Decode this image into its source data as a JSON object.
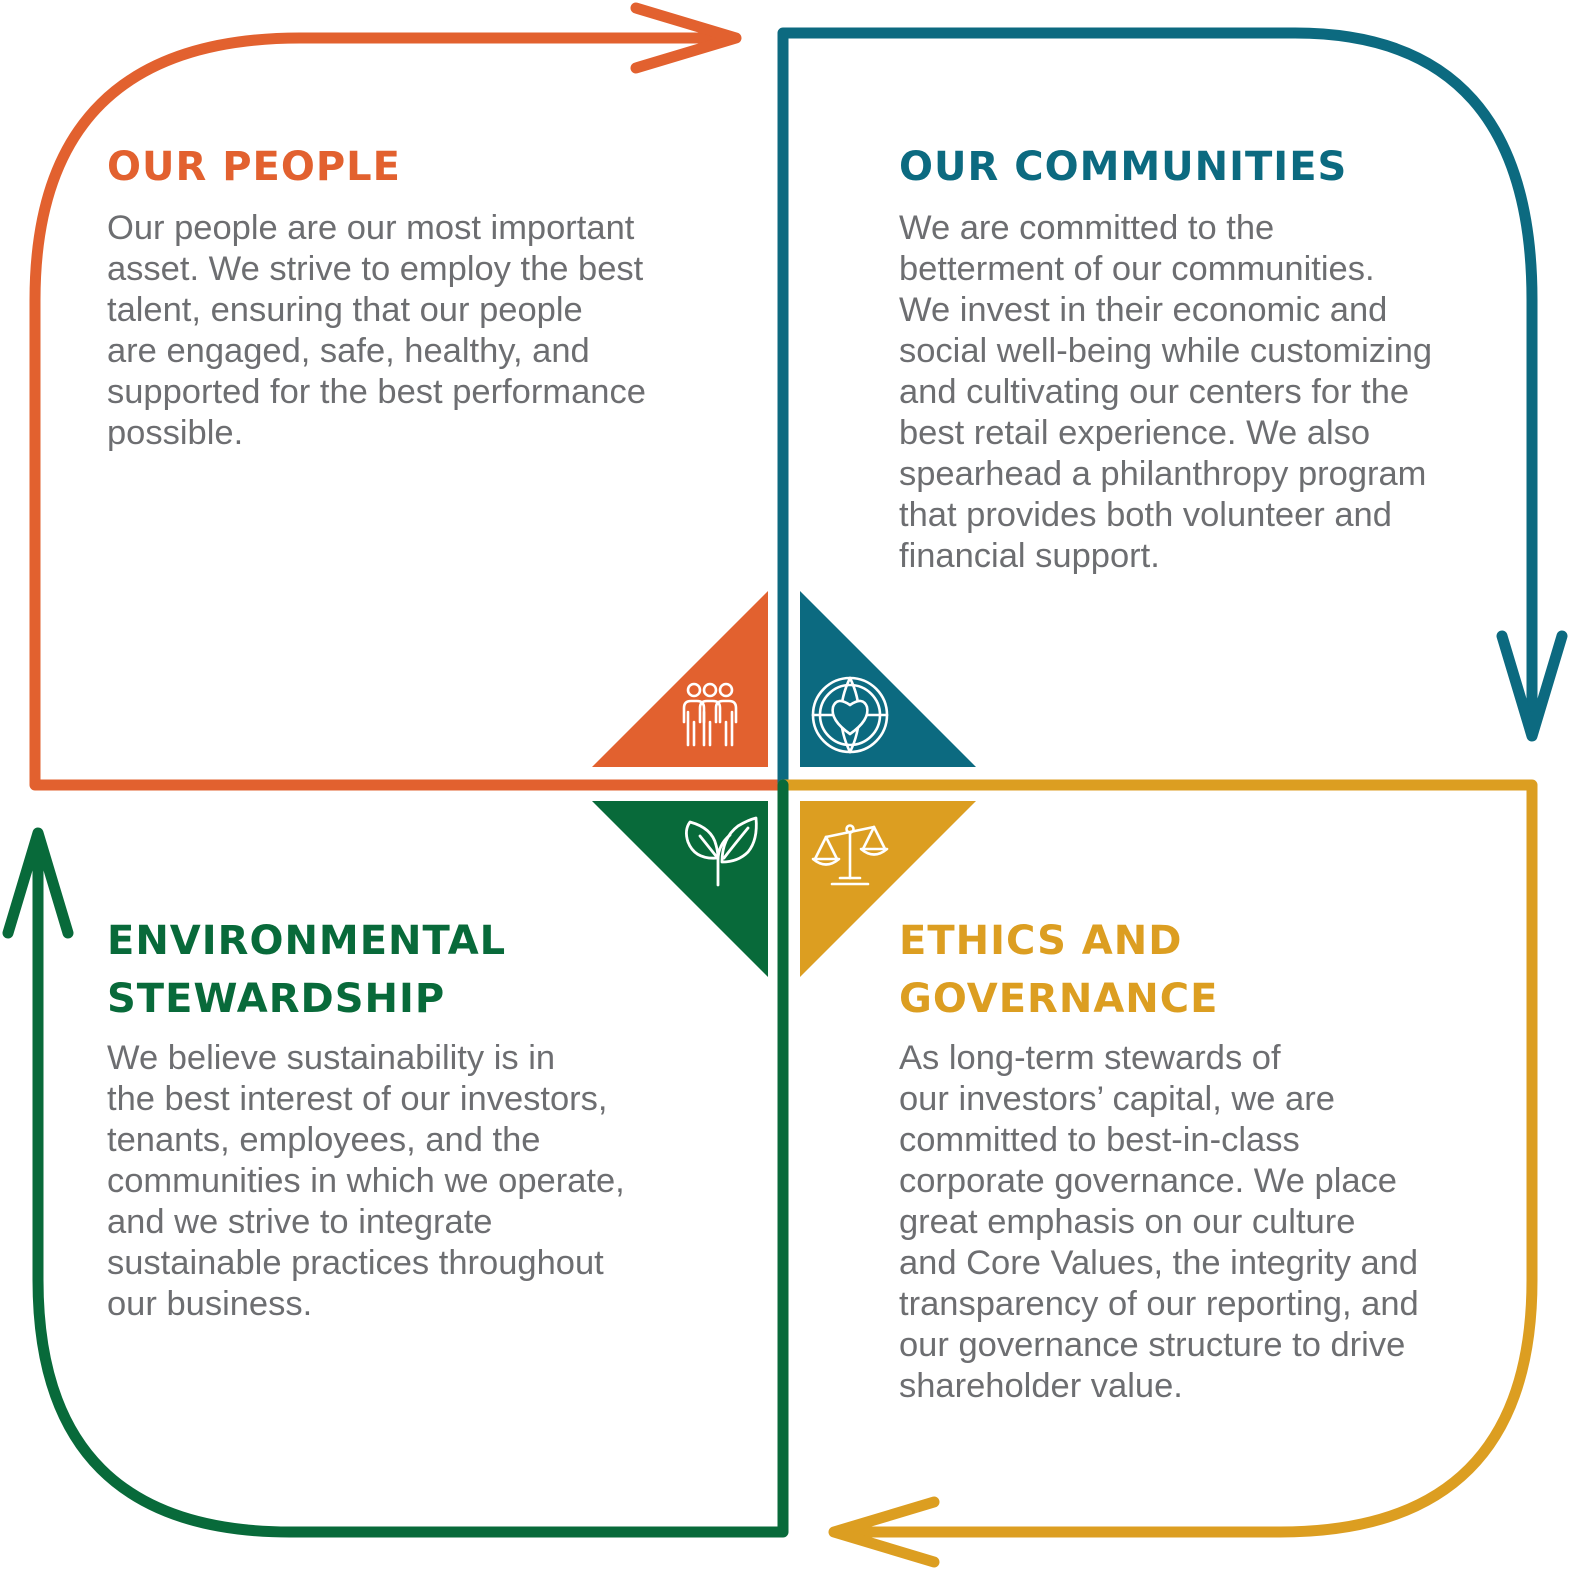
{
  "colors": {
    "people": "#e2612f",
    "communities": "#0c6a80",
    "environment": "#086a3a",
    "ethics": "#dc9e21",
    "body_text": "#6d6e71"
  },
  "quadrants": {
    "people": {
      "title": "OUR PEOPLE",
      "body": "Our people are our most important\nasset. We strive to employ the best\ntalent, ensuring that our people\nare engaged, safe, healthy, and\nsupported for the best performance\npossible.",
      "icon": "people-group-icon"
    },
    "communities": {
      "title": "OUR COMMUNITIES",
      "body": "We are committed to the\nbetterment of our communities.\nWe invest in their economic and\nsocial well-being while customizing\nand cultivating our centers for the\nbest retail experience. We also\nspearhead a philanthropy program\nthat provides both volunteer and\nfinancial support.",
      "icon": "globe-heart-icon"
    },
    "environment": {
      "title": "ENVIRONMENTAL\nSTEWARDSHIP",
      "body": "We believe sustainability is in\nthe best interest of our investors,\ntenants, employees, and the\ncommunities in which we operate,\nand we strive to integrate\nsustainable practices throughout\nour business.",
      "icon": "sprout-icon"
    },
    "ethics": {
      "title": "ETHICS AND\nGOVERNANCE",
      "body": "As long-term stewards of\nour investors’ capital, we are\ncommitted to best-in-class\ncorporate governance. We place\ngreat emphasis on our culture\nand Core Values, the integrity and\ntransparency of our reporting, and\nour governance structure to drive\nshareholder value.",
      "icon": "scales-icon"
    }
  }
}
